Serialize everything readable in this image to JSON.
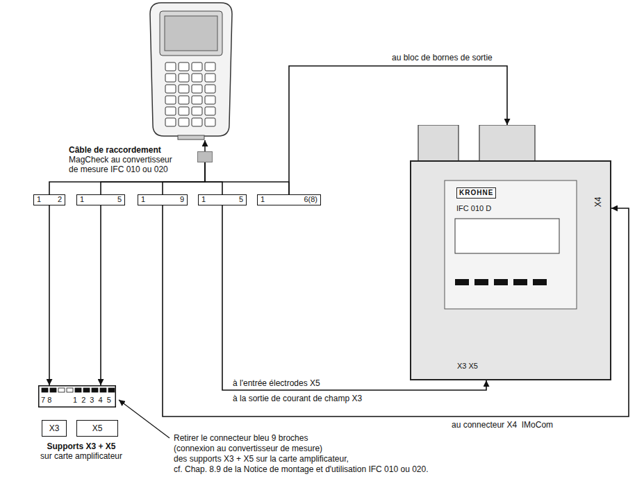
{
  "diagram": {
    "nodes": [
      {
        "text": [
          "Câble de raccordement",
          "MagCheck au convertisseur de mesure IFC 010 ou 020"
        ]
      },
      {
        "text": [
          "1 2"
        ]
      },
      {
        "text": [
          "1 5"
        ]
      },
      {
        "text": [
          "1 9"
        ]
      },
      {
        "text": [
          "1 5"
        ]
      },
      {
        "text": [
          "1 6(8)"
        ]
      },
      {
        "text": [
          "KROHNE",
          "IFC 010 D",
          "X4",
          "X3 X5"
        ]
      },
      {
        "text": [
          "7 8",
          "1 2 3 4 5"
        ]
      },
      {
        "text": [
          "X3"
        ]
      },
      {
        "text": [
          "X5"
        ]
      }
    ],
    "edges": [
      {
        "from": 0,
        "to": 1,
        "arrow": "none"
      },
      {
        "from": 0,
        "to": 2,
        "arrow": "none"
      },
      {
        "from": 0,
        "to": 3,
        "arrow": "none"
      },
      {
        "from": 0,
        "to": 4,
        "arrow": "none"
      },
      {
        "from": 0,
        "to": 5,
        "arrow": "none"
      },
      {
        "from": 1,
        "to": 7,
        "arrow": "to"
      },
      {
        "from": 2,
        "to": 7,
        "arrow": "to"
      },
      {
        "from": 3,
        "to": 6,
        "arrow": "to",
        "label": "au connecteur X4  IMoCom"
      },
      {
        "from": 4,
        "to": 6,
        "arrow": "to",
        "label": "à l'entrée électrodes X5"
      },
      {
        "from": 5,
        "to": 6,
        "arrow": "to",
        "label": "au bloc de bornes de sortie"
      }
    ],
    "labels": [
      "à la sortie de courant de champ X3",
      "Supports X3 + X5",
      "sur carte amplificateur",
      "Retirer le connecteur bleu 9 broches",
      "(connexion au convertisseur de mesure)",
      "des supports X3 + X5 sur la carte amplificateur,",
      "cf. Chap. 8.9 de la Notice de montage et d'utilisation IFC 010 ou 020."
    ]
  }
}
